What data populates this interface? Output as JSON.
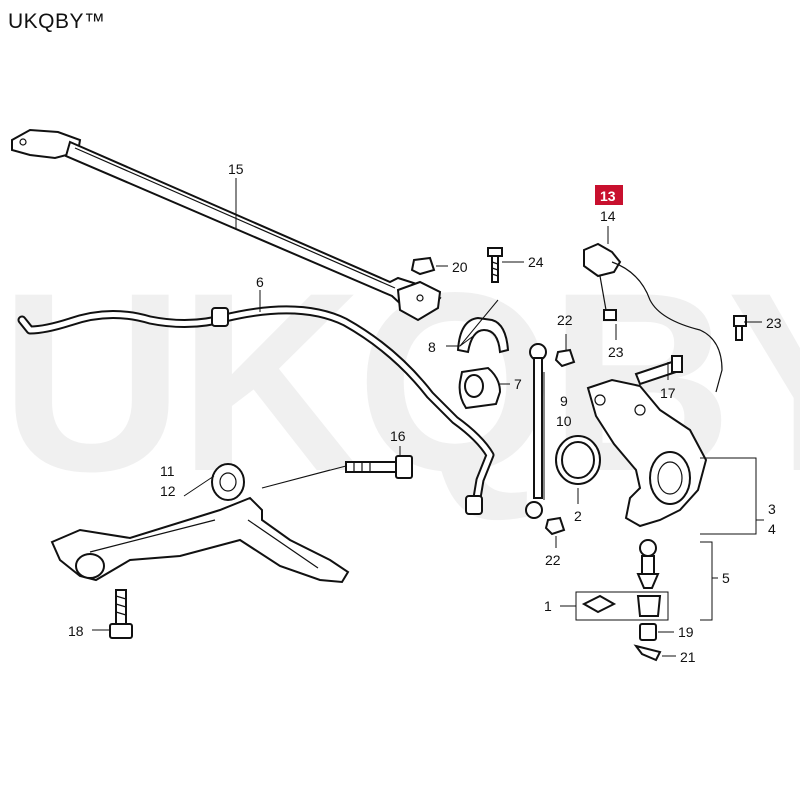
{
  "brand": "UKQBY™",
  "watermark": "UKQBY™",
  "highlight_color": "#c8102e",
  "callouts": [
    {
      "id": "c15",
      "text": "15"
    },
    {
      "id": "c6",
      "text": "6"
    },
    {
      "id": "c20",
      "text": "20"
    },
    {
      "id": "c24",
      "text": "24"
    },
    {
      "id": "c13",
      "text": "13",
      "highlighted": true
    },
    {
      "id": "c14",
      "text": "14"
    },
    {
      "id": "c22a",
      "text": "22"
    },
    {
      "id": "c23a",
      "text": "23"
    },
    {
      "id": "c23b",
      "text": "23"
    },
    {
      "id": "c8",
      "text": "8"
    },
    {
      "id": "c7",
      "text": "7"
    },
    {
      "id": "c17",
      "text": "17"
    },
    {
      "id": "c9",
      "text": "9"
    },
    {
      "id": "c10",
      "text": "10"
    },
    {
      "id": "c16",
      "text": "16"
    },
    {
      "id": "c11",
      "text": "11"
    },
    {
      "id": "c12",
      "text": "12"
    },
    {
      "id": "c2",
      "text": "2"
    },
    {
      "id": "c3",
      "text": "3"
    },
    {
      "id": "c4",
      "text": "4"
    },
    {
      "id": "c22b",
      "text": "22"
    },
    {
      "id": "c5",
      "text": "5"
    },
    {
      "id": "c1",
      "text": "1"
    },
    {
      "id": "c18",
      "text": "18"
    },
    {
      "id": "c19",
      "text": "19"
    },
    {
      "id": "c21",
      "text": "21"
    }
  ]
}
